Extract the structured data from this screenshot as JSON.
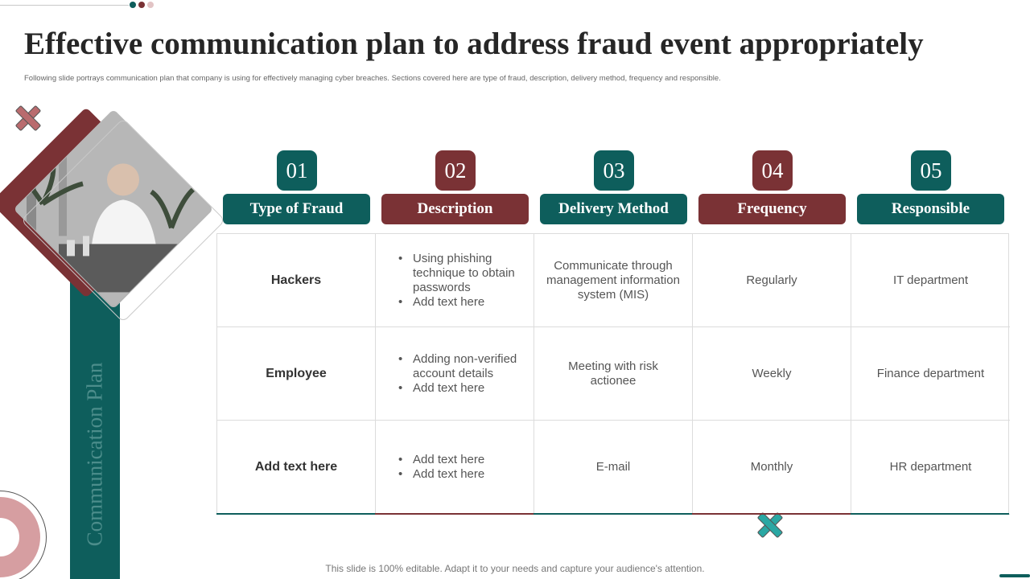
{
  "colors": {
    "teal": "#0e5e5c",
    "maroon": "#7a3235",
    "pink": "#d69ea1",
    "teal_light": "#2aa7a3"
  },
  "title": "Effective communication plan to address fraud event appropriately",
  "subtitle": "Following slide portrays communication plan that company is using for effectively managing cyber breaches. Sections covered here are type of fraud, description, delivery method, frequency and responsible.",
  "side_label": "Communication Plan",
  "columns": [
    {
      "number": "01",
      "label": "Type of Fraud"
    },
    {
      "number": "02",
      "label": "Description"
    },
    {
      "number": "03",
      "label": "Delivery Method"
    },
    {
      "number": "04",
      "label": "Frequency"
    },
    {
      "number": "05",
      "label": "Responsible"
    }
  ],
  "rows": [
    {
      "type": "Hackers",
      "description": [
        "Using phishing technique to obtain passwords",
        "Add text here"
      ],
      "delivery": "Communicate through management information system (MIS)",
      "frequency": "Regularly",
      "responsible": "IT department"
    },
    {
      "type": "Employee",
      "description": [
        "Adding non-verified account details",
        "Add text here"
      ],
      "delivery": "Meeting with risk actionee",
      "frequency": "Weekly",
      "responsible": "Finance department"
    },
    {
      "type": "Add text here",
      "description": [
        "Add text here",
        "Add text here"
      ],
      "delivery": "E-mail",
      "frequency": "Monthly",
      "responsible": "HR department"
    }
  ],
  "footer": "This slide is 100% editable. Adapt it to your needs and capture your audience's attention."
}
